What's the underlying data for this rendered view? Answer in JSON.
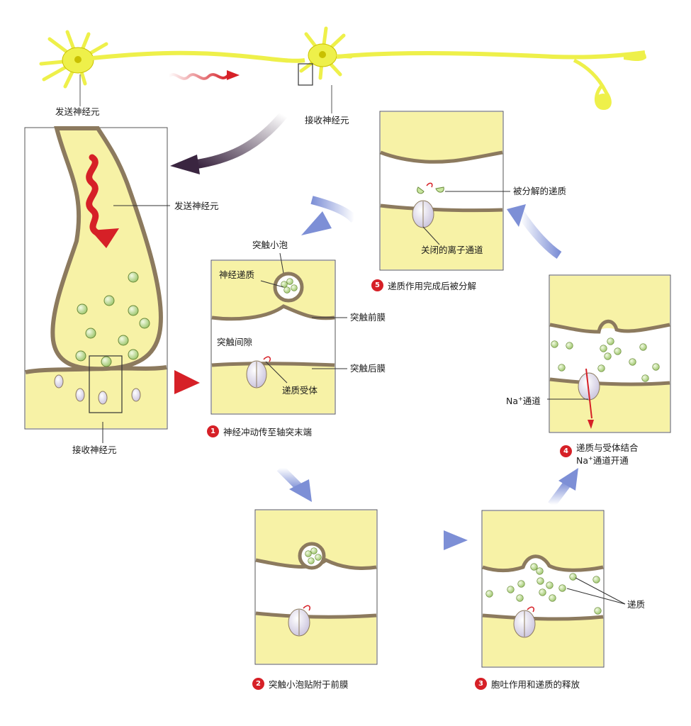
{
  "labels": {
    "sending_neuron_top": "发送神经元",
    "receiving_neuron_top": "接收神经元",
    "sending_neuron_main": "发送神经元",
    "receiving_neuron_main": "接收神经元",
    "synaptic_vesicle": "突触小泡",
    "neurotransmitter": "神经递质",
    "presynaptic_membrane": "突触前膜",
    "synaptic_cleft": "突触间隙",
    "postsynaptic_membrane": "突触后膜",
    "transmitter_receptor": "递质受体",
    "decomposed_transmitter": "被分解的递质",
    "closed_ion_channel": "关闭的离子通道",
    "na_channel_prefix": "Na",
    "na_channel_sup": "+",
    "na_channel_suffix": "通道",
    "transmitter": "递质"
  },
  "steps": [
    {
      "num": "1",
      "text": "神经冲动传至轴突末端"
    },
    {
      "num": "2",
      "text": "突触小泡贴附于前膜"
    },
    {
      "num": "3",
      "text": "胞吐作用和递质的释放"
    },
    {
      "num": "4",
      "line1": "递质与受体结合",
      "line2_prefix": "Na",
      "line2_sup": "+",
      "line2_suffix": "通道开通"
    },
    {
      "num": "5",
      "text": "递质作用完成后被分解"
    }
  ],
  "colors": {
    "neuron_yellow": "#f7f2a6",
    "membrane_brown": "#8c7a5e",
    "vesicle_green": "#c9e6a0",
    "impulse_red": "#d62027",
    "arrow_blue": "#7d8fd6",
    "arrow_dark": "#3a2540",
    "neuron_bright": "#eef04a"
  }
}
